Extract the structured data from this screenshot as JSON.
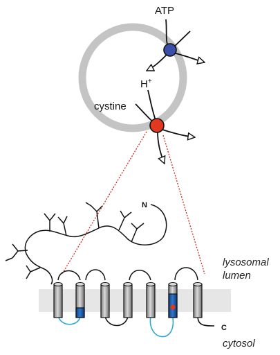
{
  "labels": {
    "atp": "ATP",
    "proton": "H+",
    "cystine": "cystine",
    "n_terminus": "N",
    "c_terminus": "C",
    "lumen": "lysosomal\nlumen",
    "cytosol": "cytosol"
  },
  "colors": {
    "vesicle": "#c4c4c4",
    "atp_pump": "#3a4fa8",
    "cystinosin_transporter": "#e0391f",
    "membrane_band": "#e6e6e6",
    "helix_highlight": "#1d5fb0",
    "cytosolic_loop": "#2ba9d6",
    "connector_dotted": "#cc2a1e"
  }
}
